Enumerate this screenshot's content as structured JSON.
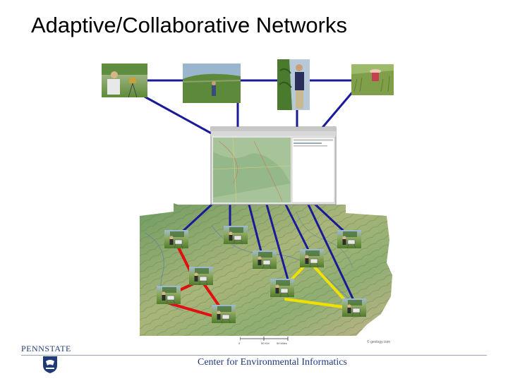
{
  "slide": {
    "title": "Adaptive/Collaborative Networks"
  },
  "footer": {
    "center_name": "Center for Environmental Informatics",
    "logo_text": "PENNSTATE"
  },
  "map": {
    "credit": "© geology.com",
    "scale_labels": [
      "0",
      "50 KM",
      "50 Miles"
    ]
  },
  "colors": {
    "link_blue": "#1a1a99",
    "link_red": "#e01010",
    "link_yellow": "#f0e000",
    "map_green": "#7da86a",
    "logo_blue": "#1f3a78"
  }
}
